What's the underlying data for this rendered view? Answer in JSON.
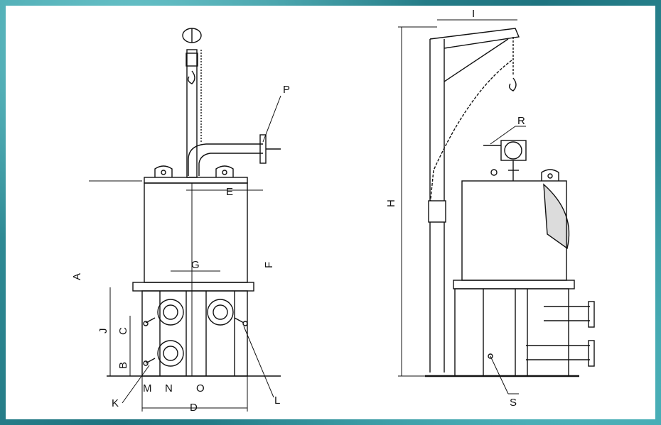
{
  "colors": {
    "frame": "#2f8c96",
    "sheet": "#ffffff",
    "ink": "#111111"
  },
  "labels": {
    "A": "A",
    "B": "B",
    "C": "C",
    "D": "D",
    "E": "E",
    "F": "F",
    "G": "G",
    "H": "H",
    "I": "I",
    "J": "J",
    "K": "K",
    "L": "L",
    "M": "M",
    "N": "N",
    "O": "O",
    "P": "P",
    "R": "R",
    "S": "S"
  }
}
